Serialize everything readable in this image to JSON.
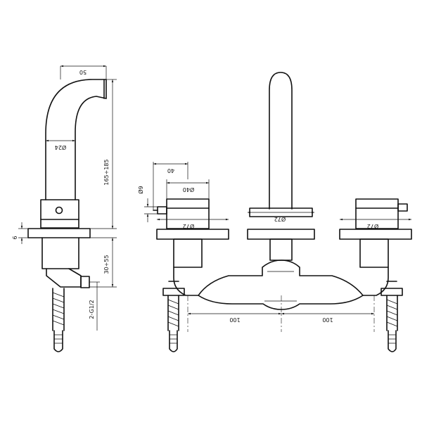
{
  "colors": {
    "ink": "#111111",
    "background": "#ffffff"
  },
  "side_view": {
    "spout_reach": "50",
    "spout_diameter": "Ø24",
    "height_range": "165÷185",
    "plate_thickness": "6",
    "body_depth": "30÷55",
    "inlet": "2-G1/2"
  },
  "front_view": {
    "handle_length": "40",
    "handle_diameter": "Ø9",
    "knob_diameter": "Ø40",
    "left_flange": "Ø72",
    "center_flange": "Ø72",
    "right_flange": "Ø72",
    "left_spacing": "100",
    "right_spacing": "100"
  }
}
